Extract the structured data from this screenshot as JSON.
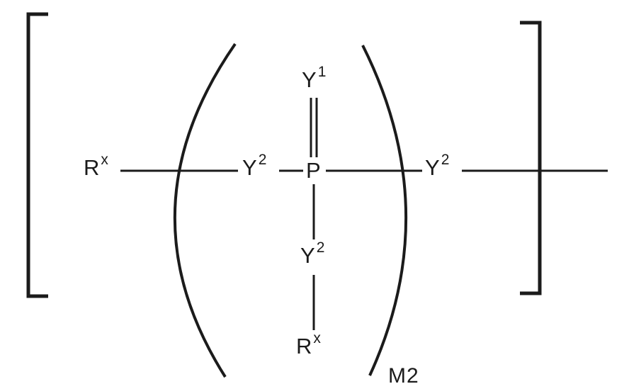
{
  "figure": {
    "type": "chemical-structure",
    "formula_label": "M2",
    "atoms": {
      "rx_left": {
        "base": "R",
        "sup": "x"
      },
      "y2_left": {
        "base": "Y",
        "sup": "2"
      },
      "p_center": {
        "base": "P",
        "sup": ""
      },
      "y1_top": {
        "base": "Y",
        "sup": "1"
      },
      "y2_bottom": {
        "base": "Y",
        "sup": "2"
      },
      "rx_bottom": {
        "base": "R",
        "sup": "x"
      },
      "y2_right": {
        "base": "Y",
        "sup": "2"
      }
    },
    "colors": {
      "ink": "#1b1b1b",
      "paper": "#ffffff"
    }
  }
}
